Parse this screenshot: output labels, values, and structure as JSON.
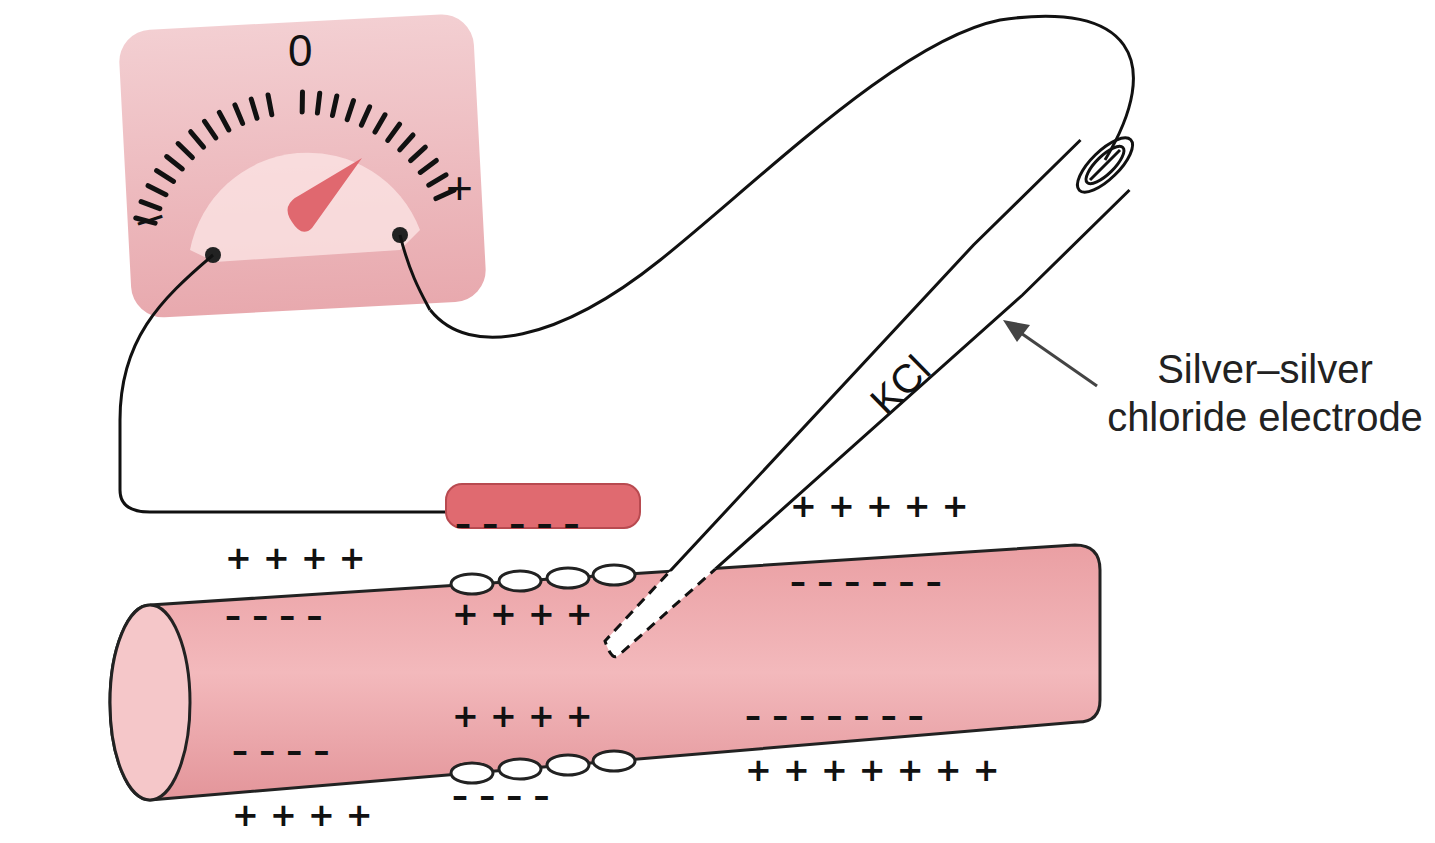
{
  "diagram": {
    "nodes": [
      {
        "text": [
          "0",
          "–",
          "+"
        ]
      },
      {
        "text": [
          "KCl"
        ]
      }
    ],
    "edges": [
      {
        "from": 0,
        "to": 1,
        "arrow": "none"
      }
    ],
    "labels": [
      "+ + + +",
      "– – – –",
      "– – – – –",
      "+ + + +",
      "+ + + + +",
      "– – – – – –",
      "– – – –",
      "+ + + +",
      "+ + + +",
      "– – – –",
      "– – – – – – –",
      "+ + + + + + +",
      "Silver–silver chloride electrode"
    ]
  }
}
